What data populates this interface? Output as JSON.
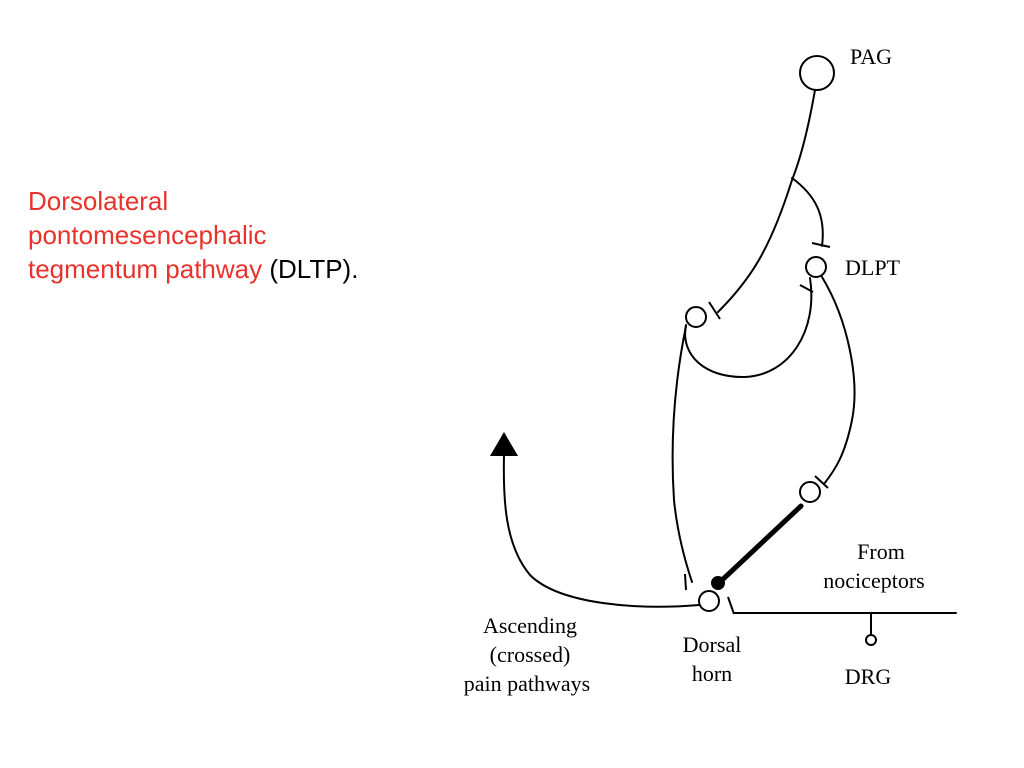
{
  "title": {
    "line1": "Dorsolateral",
    "line2": "pontomesencephalic",
    "line3_red": "tegmentum pathway",
    "line3_black": " (DLTP)."
  },
  "labels": {
    "pag": "PAG",
    "dlpt": "DLPT",
    "from": "From",
    "nociceptors": "nociceptors",
    "ascending": "Ascending",
    "crossed": "(crossed)",
    "pain_pathways": "pain pathways",
    "dorsal": "Dorsal",
    "horn": "horn",
    "drg": "DRG"
  },
  "colors": {
    "title_accent": "#e8322b",
    "ink": "#000000"
  }
}
